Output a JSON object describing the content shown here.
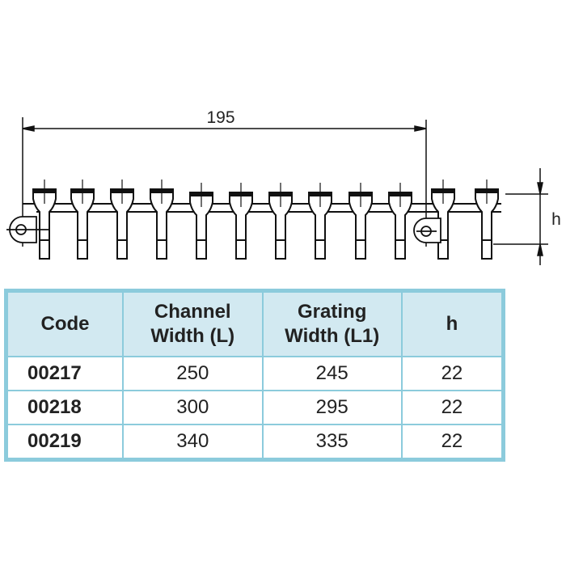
{
  "drawing": {
    "dimension_length": "195",
    "dimension_height": "h"
  },
  "table": {
    "headers": {
      "code": "Code",
      "channel_width_1": "Channel",
      "channel_width_2": "Width (L)",
      "grating_width_1": "Grating",
      "grating_width_2": "Width (L1)",
      "h": "h"
    },
    "rows": [
      {
        "code": "00217",
        "channel_width": "250",
        "grating_width": "245",
        "h": "22"
      },
      {
        "code": "00218",
        "channel_width": "300",
        "grating_width": "295",
        "h": "22"
      },
      {
        "code": "00219",
        "channel_width": "340",
        "grating_width": "335",
        "h": "22"
      }
    ],
    "border_color": "#8ccbdc",
    "header_bg": "#d2e9f1"
  }
}
